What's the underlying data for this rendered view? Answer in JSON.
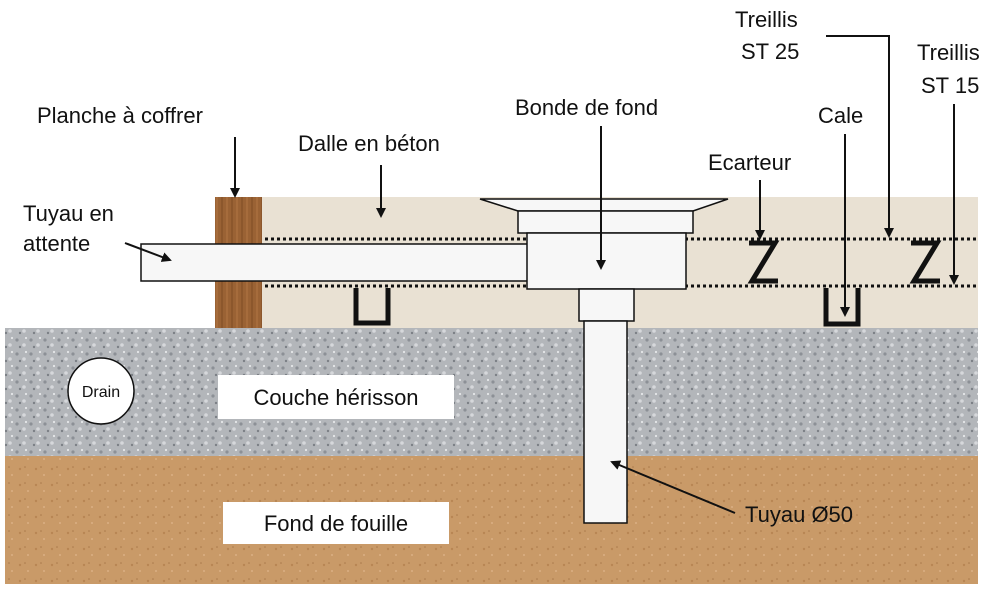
{
  "labels": {
    "planche": "Planche à coffrer",
    "dalle": "Dalle en béton",
    "tuyau_attente_1": "Tuyau en",
    "tuyau_attente_2": "attente",
    "bonde": "Bonde de fond",
    "treillis25_1": "Treillis",
    "treillis25_2": "ST 25",
    "treillis15_1": "Treillis",
    "treillis15_2": "ST 15",
    "cale": "Cale",
    "ecarteur": "Ecarteur",
    "drain": "Drain",
    "herisson": "Couche hérisson",
    "fouille": "Fond de fouille",
    "tuyau50": "Tuyau Ø50"
  },
  "colors": {
    "concrete": "#e9e1d3",
    "gravel": "#b3b6ba",
    "soil": "#c99a68",
    "wood": "#9a6234",
    "pipe": "#f7f7f7",
    "line": "#111111"
  }
}
